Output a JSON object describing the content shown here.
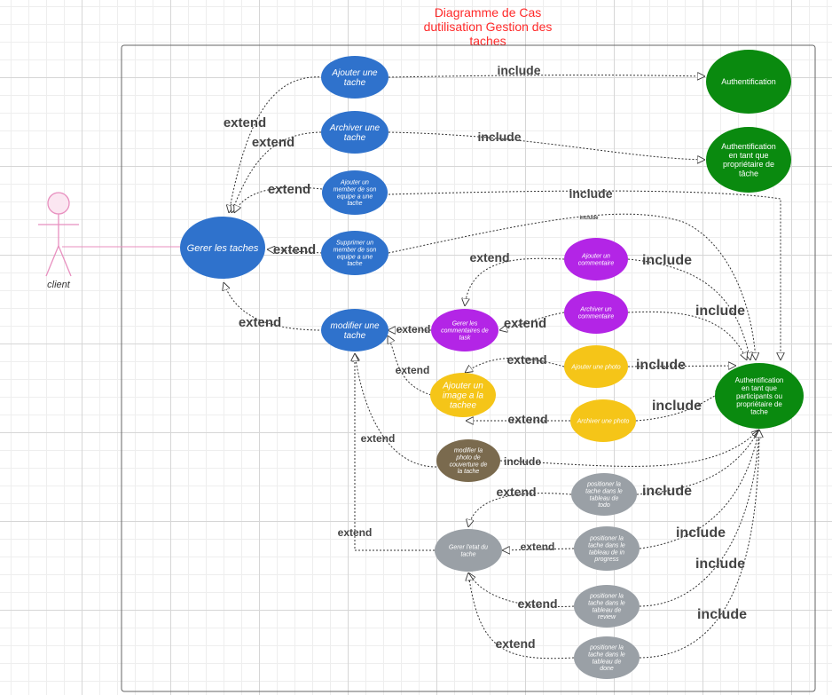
{
  "title": "Diagramme de Cas dutilisation Gestion des taches",
  "actor": {
    "label": "client"
  },
  "use_cases": [
    {
      "id": "gerer",
      "text": "Gerer les taches"
    },
    {
      "id": "ajouter",
      "text": "Ajouter une tache"
    },
    {
      "id": "archiver",
      "text": "Archiver une tache"
    },
    {
      "id": "ajouter_membre",
      "text": "Ajouter un member de son equipe a une tache"
    },
    {
      "id": "supprimer_membre",
      "text": "Supprimer un member de son equipe a une tache"
    },
    {
      "id": "modifier",
      "text": "modifier une tache"
    },
    {
      "id": "gerer_comm",
      "text": "Gerer les commentaires de task"
    },
    {
      "id": "ajouter_comm",
      "text": "Ajouter un commentaire"
    },
    {
      "id": "archiver_comm",
      "text": "Archiver un commentaire"
    },
    {
      "id": "ajouter_image",
      "text": "Ajouter un image a la tachee"
    },
    {
      "id": "ajouter_photo",
      "text": "Ajouter une photo"
    },
    {
      "id": "archiver_photo",
      "text": "Archiver une photo"
    },
    {
      "id": "modifier_couverture",
      "text": "modifier la photo de couverture de la tache"
    },
    {
      "id": "gerer_etat",
      "text": "Gerer l'etat du tache"
    },
    {
      "id": "pos_todo",
      "text": "positioner la tache dans le tableau de todo"
    },
    {
      "id": "pos_progress",
      "text": "positioner la tache dans le tableau de in progress"
    },
    {
      "id": "pos_review",
      "text": "positioner la tache dans le tableau de review"
    },
    {
      "id": "pos_done",
      "text": "positioner la tache dans le tableau de done"
    },
    {
      "id": "auth",
      "text": "Authentification"
    },
    {
      "id": "auth_owner",
      "text": "Authentification en tant que propriétaire de tâche"
    },
    {
      "id": "auth_part",
      "text": "Authentification en tant que participants ou propriétaire de tache"
    }
  ],
  "relation_labels": {
    "extend": "extend",
    "include": "include"
  },
  "colors": {
    "blue": "#2f72cc",
    "green": "#0a8a0f",
    "purple": "#b325e6",
    "yellow": "#f5c518",
    "brown": "#7a6a4e",
    "gray": "#9aa0a6",
    "title": "#ff2a2a",
    "actor": "#e88fbf"
  }
}
